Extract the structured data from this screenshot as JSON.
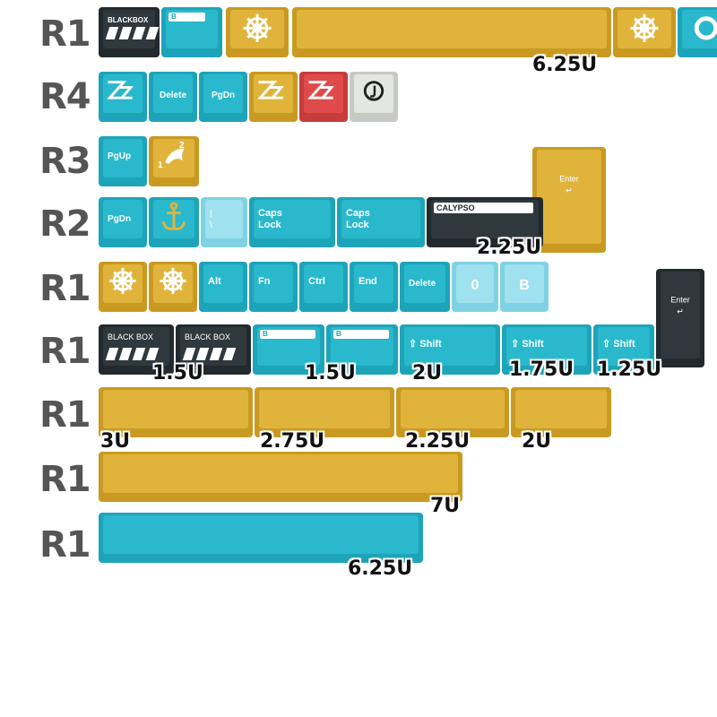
{
  "rows": {
    "r1_top": "R1",
    "r4": "R4",
    "r3": "R3",
    "r2": "R2",
    "r1_mods": "R1",
    "r1_shift": "R1",
    "r1_yellow_bars": "R1",
    "r1_yellow_7u": "R1",
    "r1_teal_space": "R1"
  },
  "legends": {
    "blackbox_small": "BLACKBOX",
    "b_small": "B",
    "delete": "Delete",
    "pgdn": "PgDn",
    "pgup": "PgUp",
    "enter": "Enter\n↵",
    "backslash": "|\n\\",
    "caps_lock": "Caps\nLock",
    "calypso": "CALYPSO",
    "alt": "Alt",
    "fn": "Fn",
    "ctrl": "Ctrl",
    "end": "End",
    "zero": "0",
    "b": "B",
    "black_box": "BLACK BOX",
    "shift": "⇧ Shift",
    "dolphin_1": "1",
    "dolphin_2": "2"
  },
  "sizes": {
    "spacebar_top": "6.25U",
    "calypso": "2.25U",
    "blackbox_a": "1.5U",
    "b_key": "1.5U",
    "shift_2u": "2U",
    "shift_175u": "1.75U",
    "shift_125u": "1.25U",
    "yellow_3u": "3U",
    "yellow_275u": "2.75U",
    "yellow_225u": "2.25U",
    "yellow_2u": "2U",
    "yellow_7u": "7U",
    "teal_625u": "6.25U"
  },
  "colors": {
    "teal": "#1ea4b9",
    "yellow": "#e0b43a",
    "black": "#222a2e",
    "red": "#e04a4a",
    "gray": "#e4e6e2",
    "light_blue": "#9fe1ee"
  },
  "icons": [
    "blackbox-stripes-icon",
    "helm-wheel-icon",
    "zzz-icon",
    "dolphin-icon",
    "anchor-icon",
    "lifebuoy-icon",
    "coffee-cup-icon"
  ]
}
